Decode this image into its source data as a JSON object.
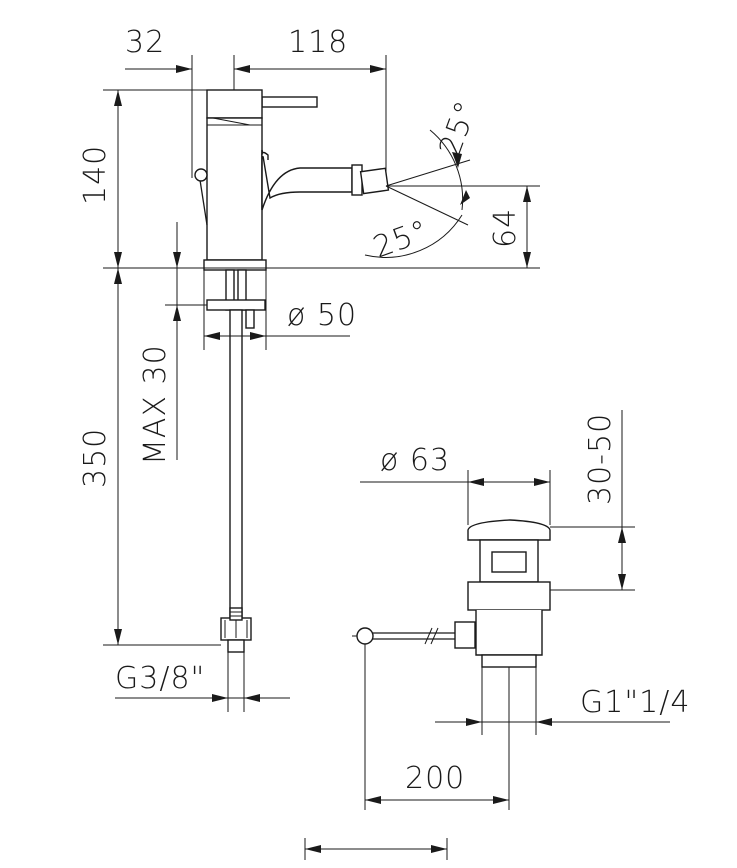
{
  "dimensions": {
    "spout_offset": "32",
    "spout_reach": "118",
    "total_height": "140",
    "outlet_height": "64",
    "angle_up": "25°",
    "angle_down": "25°",
    "hole_diameter": "ø 50",
    "max_deck": "MAX 30",
    "hose_length": "350",
    "hose_thread": "G3/8\"",
    "waste_diameter": "ø 63",
    "waste_stroke": "30-50",
    "waste_thread": "G1\"1/4",
    "rod_length": "200"
  }
}
